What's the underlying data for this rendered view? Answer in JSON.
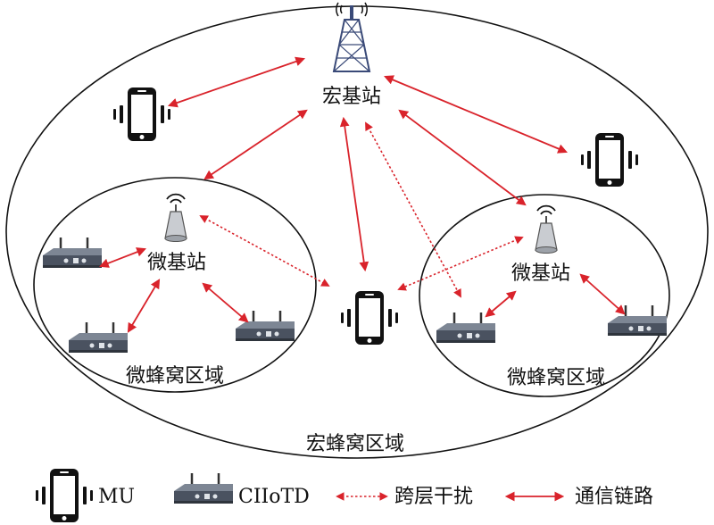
{
  "labels": {
    "macro_bs": "宏基站",
    "micro_bs_left": "微基站",
    "micro_bs_right": "微基站",
    "micro_cell_left": "微蜂窝区域",
    "micro_cell_right": "微蜂窝区域",
    "macro_cell": "宏蜂窝区域"
  },
  "legend": {
    "mu": "MU",
    "ciiotd": "CIIoTD",
    "interference": "跨层干扰",
    "link": "通信链路"
  },
  "colors": {
    "link": "#d9232b",
    "outline": "#111111",
    "device": "#4a5260",
    "tower": "#3a4a78"
  },
  "icons": {
    "macro_bs": "cell-tower-icon",
    "micro_bs": "small-cell-antenna-icon",
    "mu": "smartphone-icon",
    "ciiotd": "iot-router-icon"
  }
}
